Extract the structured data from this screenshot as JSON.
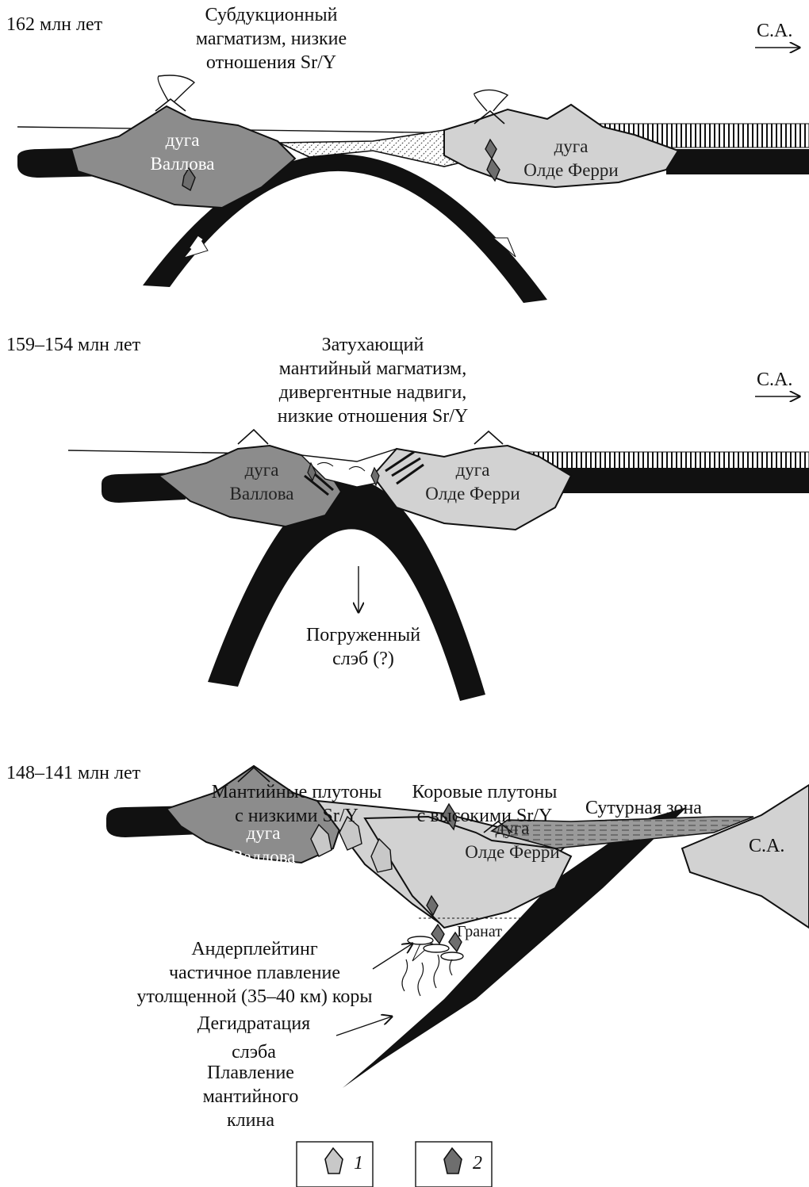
{
  "panel1": {
    "age": "162 млн лет",
    "caption_lines": [
      "Субдукционный",
      "магматизм, низкие",
      "отношения Sr/Y"
    ],
    "direction": "С.А.",
    "arc_left": [
      "дуга",
      "Валлова"
    ],
    "arc_right": [
      "дуга",
      "Олде Ферри"
    ]
  },
  "panel2": {
    "age": "159–154 млн лет",
    "caption_lines": [
      "Затухающий",
      "мантийный магматизм,",
      "дивергентные надвиги,",
      "низкие отношения Sr/Y"
    ],
    "direction": "С.А.",
    "arc_left": [
      "дуга",
      "Валлова"
    ],
    "arc_right": [
      "дуга",
      "Олде Ферри"
    ],
    "slab_lines": [
      "Погруженный",
      "слэб (?)"
    ]
  },
  "panel3": {
    "age": "148–141 млн лет",
    "mantle_plutons": [
      "Мантийные плутоны",
      "с низкими Sr/Y"
    ],
    "crustal_plutons": [
      "Коровые плутоны",
      "с высокими Sr/Y"
    ],
    "suture": "Сутурная зона",
    "arc_left": [
      "дуга",
      "Валлова"
    ],
    "arc_right": [
      "дуга",
      "Олде Ферри"
    ],
    "garnet": "Гранат",
    "plate": "С.А.",
    "underplating": [
      "Андерплейтинг",
      "частичное плавление",
      "утолщенной (35–40 км) коры"
    ],
    "dehydration": [
      "Дегидратация",
      "слэба"
    ],
    "melting": [
      "Плавление",
      "мантийного",
      "клина"
    ]
  },
  "legend": {
    "item1": "1",
    "item2": "2",
    "color1": "#c8c8c8",
    "color2": "#6e6e6e"
  },
  "colors": {
    "arc_dark": "#8c8c8c",
    "arc_light": "#d2d2d2",
    "slab": "#111111"
  }
}
